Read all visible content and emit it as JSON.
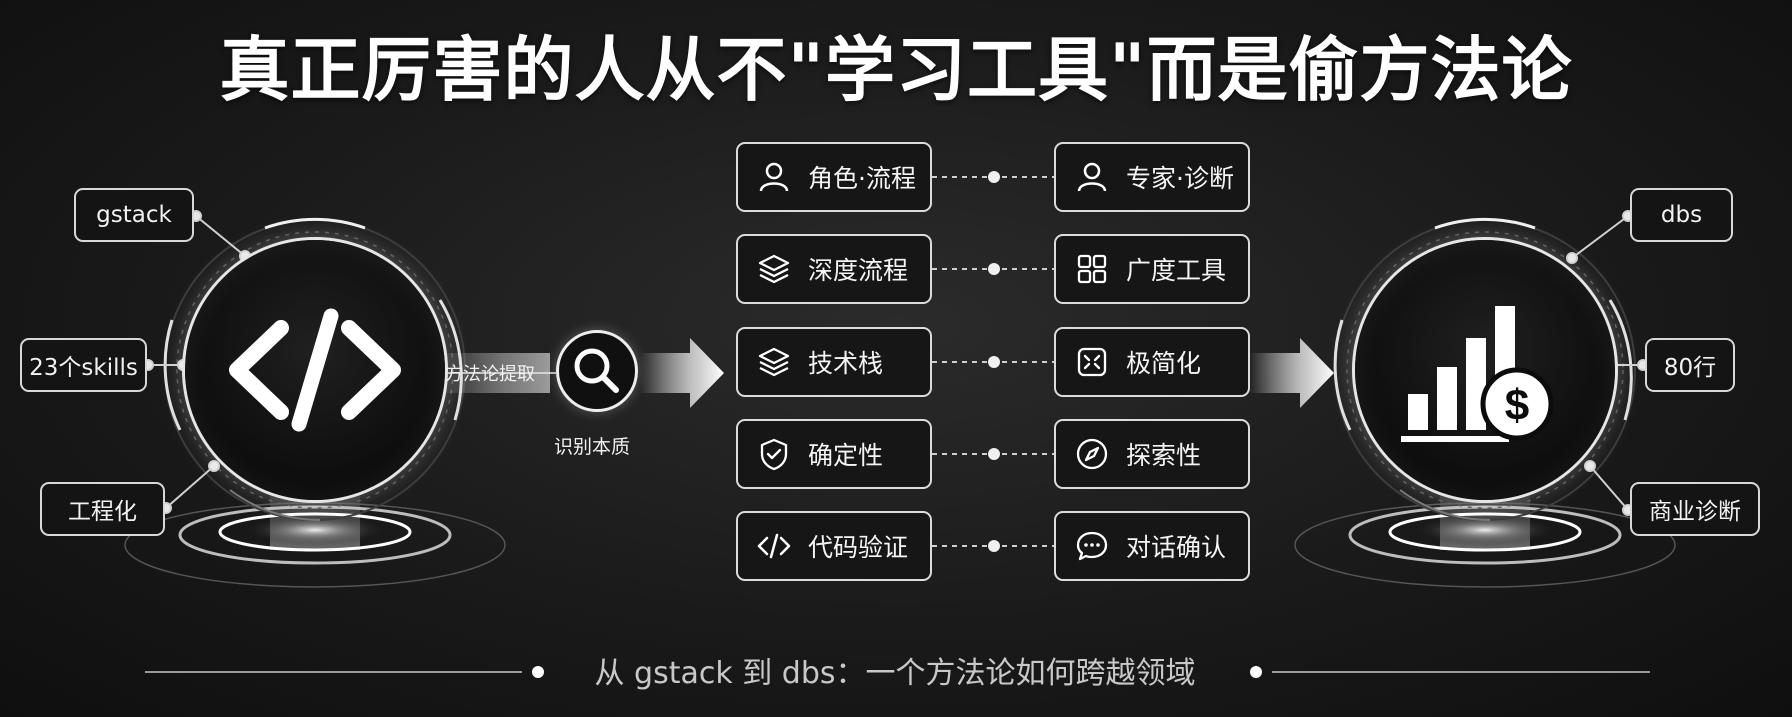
{
  "title": "真正厉害的人从不\"学习工具\"而是偷方法论",
  "left_labels": [
    "gstack",
    "23个skills",
    "工程化"
  ],
  "right_labels": [
    "dbs",
    "80行",
    "商业诊断"
  ],
  "extract_label": "方法论提取",
  "essence_label": "识别本质",
  "rows": [
    {
      "left": {
        "label": "角色·流程",
        "icon": "user-icon"
      },
      "right": {
        "label": "专家·诊断",
        "icon": "user-icon"
      }
    },
    {
      "left": {
        "label": "深度流程",
        "icon": "layers-icon"
      },
      "right": {
        "label": "广度工具",
        "icon": "grid-icon"
      }
    },
    {
      "left": {
        "label": "技术栈",
        "icon": "layers-icon"
      },
      "right": {
        "label": "极简化",
        "icon": "minimize-icon"
      }
    },
    {
      "left": {
        "label": "确定性",
        "icon": "shield-check-icon"
      },
      "right": {
        "label": "探索性",
        "icon": "compass-icon"
      }
    },
    {
      "left": {
        "label": "代码验证",
        "icon": "code-icon"
      },
      "right": {
        "label": "对话确认",
        "icon": "chat-bubble-icon"
      }
    }
  ],
  "left_hub_icon": "code-brackets-icon",
  "right_hub_icon": "bar-chart-dollar-icon",
  "subtitle": "从 gstack 到 dbs：一个方法论如何跨越领域",
  "colors": {
    "background": "#1a1a1a",
    "accent": "#ffffff",
    "line": "#d8d8d8"
  }
}
